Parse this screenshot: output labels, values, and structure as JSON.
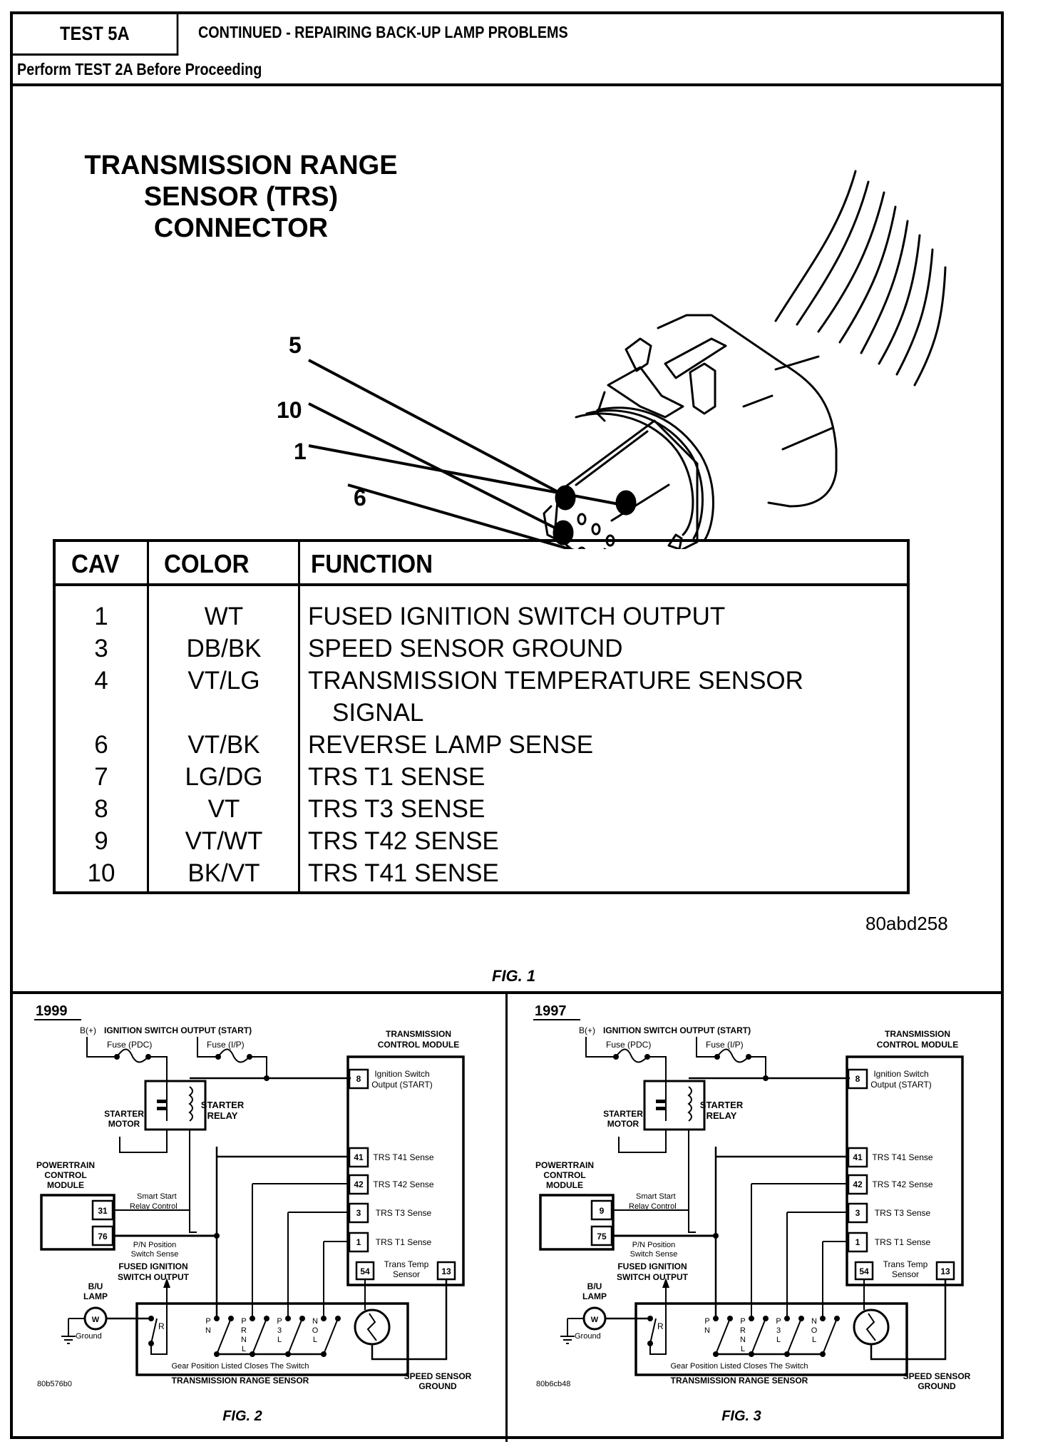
{
  "header": {
    "test_id": "TEST 5A",
    "title": "CONTINUED - REPAIRING BACK-UP LAMP PROBLEMS",
    "prerequisite": "Perform TEST 2A Before Proceeding"
  },
  "figure1": {
    "title_lines": [
      "TRANSMISSION RANGE",
      "SENSOR (TRS)",
      "CONNECTOR"
    ],
    "pin_callouts": [
      "5",
      "10",
      "1",
      "6"
    ],
    "table": {
      "headers": [
        "CAV",
        "COLOR",
        "FUNCTION"
      ],
      "rows": [
        {
          "cav": "1",
          "color": "WT",
          "function": "FUSED IGNITION SWITCH OUTPUT"
        },
        {
          "cav": "3",
          "color": "DB/BK",
          "function": "SPEED SENSOR GROUND"
        },
        {
          "cav": "4",
          "color": "VT/LG",
          "function": "TRANSMISSION TEMPERATURE SENSOR",
          "function_cont": "SIGNAL"
        },
        {
          "cav": "6",
          "color": "VT/BK",
          "function": "REVERSE LAMP SENSE"
        },
        {
          "cav": "7",
          "color": "LG/DG",
          "function": "TRS T1 SENSE"
        },
        {
          "cav": "8",
          "color": "VT",
          "function": "TRS T3 SENSE"
        },
        {
          "cav": "9",
          "color": "VT/WT",
          "function": "TRS T42 SENSE"
        },
        {
          "cav": "10",
          "color": "BK/VT",
          "function": "TRS T41 SENSE"
        }
      ]
    },
    "image_id": "80abd258",
    "caption": "FIG. 1"
  },
  "figure2": {
    "year": "1999",
    "caption": "FIG. 2",
    "image_id": "80b576b0",
    "pcm_pin_upper": "31",
    "pcm_pin_lower": "76"
  },
  "figure3": {
    "year": "1997",
    "caption": "FIG. 3",
    "image_id": "80b6cb48",
    "pcm_pin_upper": "9",
    "pcm_pin_lower": "75"
  },
  "schematic_labels": {
    "battery": "B(+)",
    "ign_output": "IGNITION SWITCH OUTPUT (START)",
    "fuse_pdc": "Fuse (PDC)",
    "fuse_ip": "Fuse (I/P)",
    "starter_motor": [
      "STARTER",
      "MOTOR"
    ],
    "starter_relay": [
      "STARTER",
      "RELAY"
    ],
    "tcm_title": [
      "TRANSMISSION",
      "CONTROL MODULE"
    ],
    "tcm_pins": [
      {
        "pin": "8",
        "label": [
          "Ignition Switch",
          "Output (START)"
        ]
      },
      {
        "pin": "41",
        "label": [
          "TRS T41 Sense"
        ]
      },
      {
        "pin": "42",
        "label": [
          "TRS T42 Sense"
        ]
      },
      {
        "pin": "3",
        "label": [
          "TRS T3 Sense"
        ]
      },
      {
        "pin": "1",
        "label": [
          "TRS T1 Sense"
        ]
      }
    ],
    "trans_temp": [
      "Trans Temp",
      "Sensor"
    ],
    "trans_temp_pins": [
      "54",
      "13"
    ],
    "pcm_title": [
      "POWERTRAIN",
      "CONTROL",
      "MODULE"
    ],
    "smart_start": [
      "Smart Start",
      "Relay Control"
    ],
    "pn_sense": [
      "P/N Position",
      "Switch Sense"
    ],
    "fused_ign": [
      "FUSED IGNITION",
      "SWITCH OUTPUT"
    ],
    "bu_lamp": [
      "B/U",
      "LAMP"
    ],
    "ground": "Ground",
    "switch_r": "R",
    "switch_groups": [
      [
        "P",
        "N"
      ],
      [
        "P",
        "R",
        "N",
        "L"
      ],
      [
        "P",
        "3",
        "L"
      ],
      [
        "N",
        "O",
        "L"
      ]
    ],
    "gear_note": "Gear Position Listed Closes The Switch",
    "trs_title": "TRANSMISSION RANGE SENSOR",
    "speed_ground": [
      "SPEED SENSOR",
      "GROUND"
    ]
  }
}
